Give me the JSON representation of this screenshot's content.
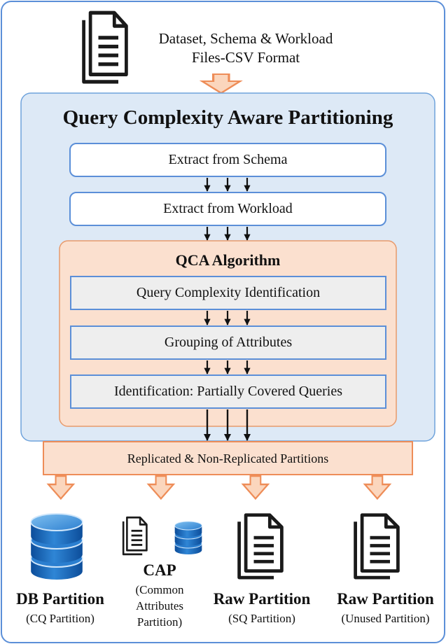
{
  "input": {
    "icon": "document-stack-icon",
    "line1": "Dataset, Schema & Workload",
    "line2": "Files-CSV Format"
  },
  "qcp": {
    "title": "Query Complexity Aware Partitioning",
    "steps": [
      "Extract from Schema",
      "Extract from Workload"
    ]
  },
  "qca": {
    "title": "QCA Algorithm",
    "steps": [
      "Query Complexity Identification",
      "Grouping of Attributes",
      "Identification: Partially Covered Queries"
    ]
  },
  "output_bar": {
    "label": "Replicated & Non-Replicated Partitions"
  },
  "outputs": [
    {
      "icon": "database-icon",
      "title": "DB Partition",
      "sub": "(CQ Partition)"
    },
    {
      "icon": "document-and-database-icon",
      "title": "CAP",
      "sub_lines": [
        "(Common",
        "Attributes",
        "Partition)"
      ]
    },
    {
      "icon": "document-stack-icon",
      "title": "Raw Partition",
      "sub": "(SQ Partition)"
    },
    {
      "icon": "document-stack-icon",
      "title": "Raw Partition",
      "sub": "(Unused Partition)"
    }
  ],
  "colors": {
    "frame_border": "#5b8fd8",
    "qcp_fill": "#dde9f6",
    "qcp_border": "#6fa3dc",
    "step_border": "#5b8fd8",
    "qca_fill": "#fbe0cf",
    "qca_border": "#e89a6c",
    "qca_step_fill": "#eeeeee",
    "orange_arrow_fill": "#fbd6bd",
    "orange_arrow_stroke": "#ee8d58",
    "db_blue": "#1e6fc0"
  }
}
